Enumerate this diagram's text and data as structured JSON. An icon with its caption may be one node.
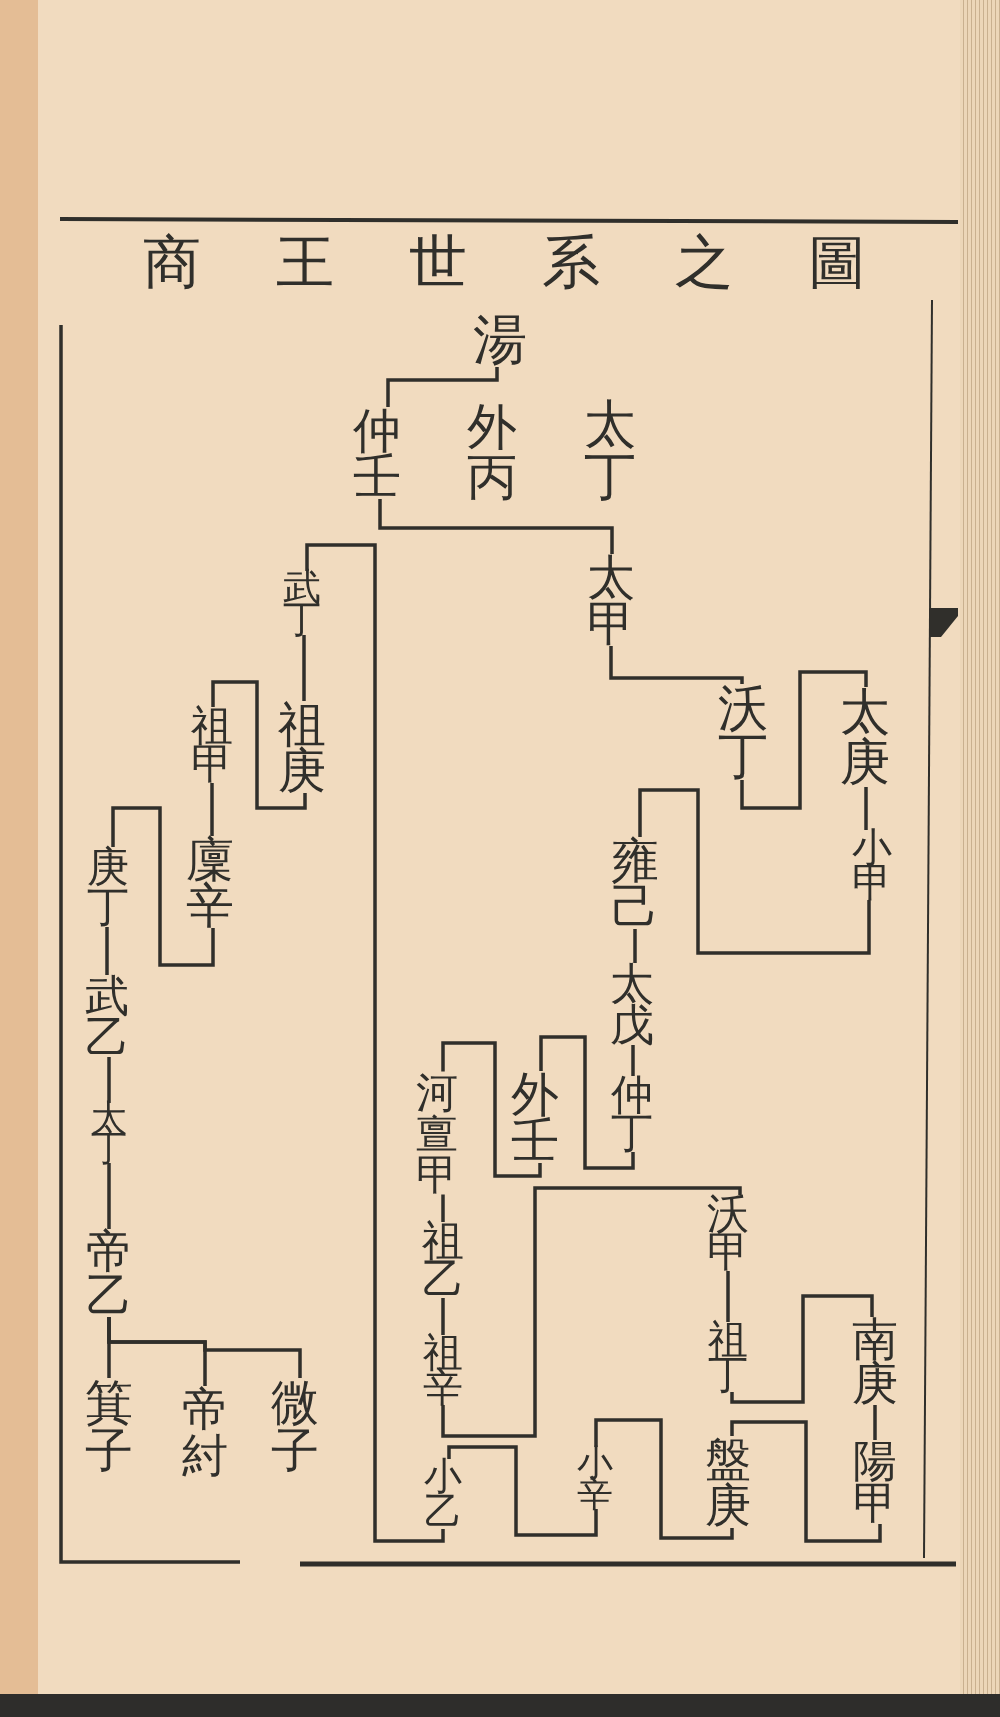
{
  "diagram": {
    "title": "商王世系之圖",
    "nodes": [
      {
        "text": [
          "湯"
        ]
      },
      {
        "text": [
          "仲壬"
        ]
      },
      {
        "text": [
          "外丙"
        ]
      },
      {
        "text": [
          "太丁"
        ]
      },
      {
        "text": [
          "太甲"
        ]
      },
      {
        "text": [
          "沃丁"
        ]
      },
      {
        "text": [
          "太庚"
        ]
      },
      {
        "text": [
          "小甲"
        ]
      },
      {
        "text": [
          "雍己"
        ]
      },
      {
        "text": [
          "太戊"
        ]
      },
      {
        "text": [
          "仲丁"
        ]
      },
      {
        "text": [
          "外壬"
        ]
      },
      {
        "text": [
          "河亶甲"
        ]
      },
      {
        "text": [
          "祖乙"
        ]
      },
      {
        "text": [
          "祖辛"
        ]
      },
      {
        "text": [
          "沃甲"
        ]
      },
      {
        "text": [
          "祖丁"
        ]
      },
      {
        "text": [
          "南庚"
        ]
      },
      {
        "text": [
          "陽甲"
        ]
      },
      {
        "text": [
          "盤庚"
        ]
      },
      {
        "text": [
          "小辛"
        ]
      },
      {
        "text": [
          "小乙"
        ]
      },
      {
        "text": [
          "武丁"
        ]
      },
      {
        "text": [
          "祖庚"
        ]
      },
      {
        "text": [
          "祖甲"
        ]
      },
      {
        "text": [
          "廩辛"
        ]
      },
      {
        "text": [
          "庚丁"
        ]
      },
      {
        "text": [
          "武乙"
        ]
      },
      {
        "text": [
          "太丁"
        ]
      },
      {
        "text": [
          "帝乙"
        ]
      },
      {
        "text": [
          "箕子"
        ]
      },
      {
        "text": [
          "帝紂"
        ]
      },
      {
        "text": [
          "微子"
        ]
      }
    ],
    "edges": [
      {
        "from": 0,
        "to": 1,
        "arrow": "none"
      },
      {
        "from": 1,
        "to": 4,
        "arrow": "none"
      },
      {
        "from": 4,
        "to": 5,
        "arrow": "none"
      },
      {
        "from": 5,
        "to": 6,
        "arrow": "none"
      },
      {
        "from": 6,
        "to": 7,
        "arrow": "none"
      },
      {
        "from": 7,
        "to": 8,
        "arrow": "none"
      },
      {
        "from": 8,
        "to": 9,
        "arrow": "none"
      },
      {
        "from": 9,
        "to": 10,
        "arrow": "none"
      },
      {
        "from": 10,
        "to": 11,
        "arrow": "none"
      },
      {
        "from": 11,
        "to": 12,
        "arrow": "none"
      },
      {
        "from": 12,
        "to": 13,
        "arrow": "none"
      },
      {
        "from": 13,
        "to": 14,
        "arrow": "none"
      },
      {
        "from": 14,
        "to": 15,
        "arrow": "none"
      },
      {
        "from": 15,
        "to": 16,
        "arrow": "none"
      },
      {
        "from": 16,
        "to": 17,
        "arrow": "none"
      },
      {
        "from": 17,
        "to": 18,
        "arrow": "none"
      },
      {
        "from": 18,
        "to": 19,
        "arrow": "none"
      },
      {
        "from": 19,
        "to": 20,
        "arrow": "none"
      },
      {
        "from": 20,
        "to": 21,
        "arrow": "none"
      },
      {
        "from": 21,
        "to": 22,
        "arrow": "none"
      },
      {
        "from": 22,
        "to": 23,
        "arrow": "none"
      },
      {
        "from": 23,
        "to": 24,
        "arrow": "none"
      },
      {
        "from": 24,
        "to": 25,
        "arrow": "none"
      },
      {
        "from": 25,
        "to": 26,
        "arrow": "none"
      },
      {
        "from": 26,
        "to": 27,
        "arrow": "none"
      },
      {
        "from": 27,
        "to": 28,
        "arrow": "none"
      },
      {
        "from": 28,
        "to": 29,
        "arrow": "none"
      },
      {
        "from": 29,
        "to": 30,
        "arrow": "none"
      },
      {
        "from": 29,
        "to": 31,
        "arrow": "none"
      },
      {
        "from": 29,
        "to": 32,
        "arrow": "none"
      }
    ]
  }
}
